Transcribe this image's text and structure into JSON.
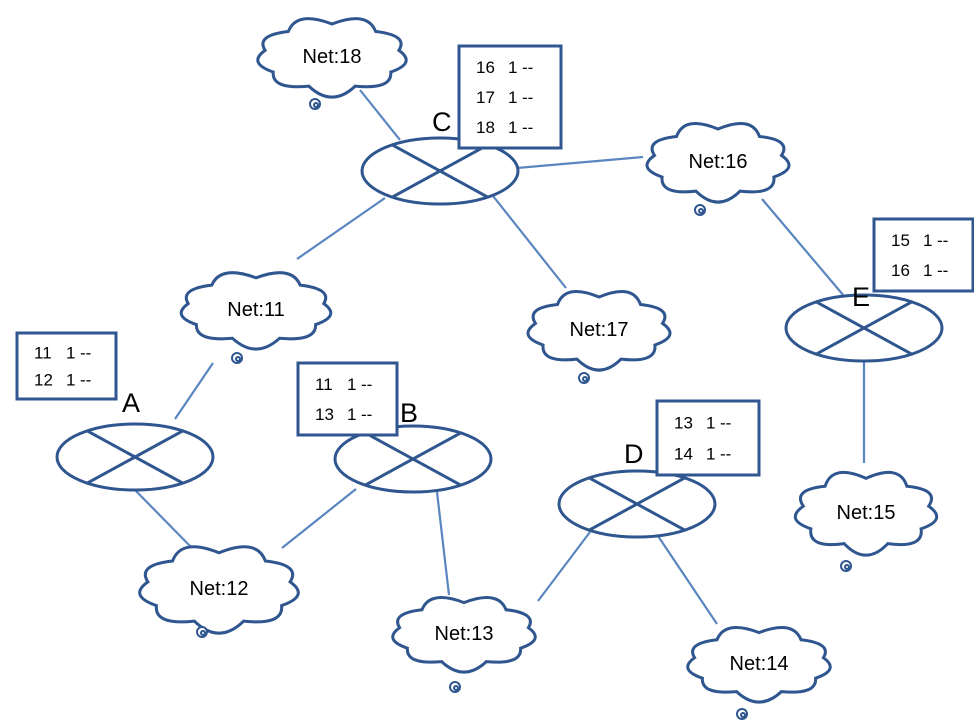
{
  "routers": [
    {
      "id": "A",
      "label": "A",
      "table": [
        {
          "net": "11",
          "dist": "1",
          "next": "--"
        },
        {
          "net": "12",
          "dist": "1",
          "next": "--"
        }
      ]
    },
    {
      "id": "B",
      "label": "B",
      "table": [
        {
          "net": "11",
          "dist": "1",
          "next": "--"
        },
        {
          "net": "13",
          "dist": "1",
          "next": "--"
        }
      ]
    },
    {
      "id": "C",
      "label": "C",
      "table": [
        {
          "net": "16",
          "dist": "1",
          "next": "--"
        },
        {
          "net": "17",
          "dist": "1",
          "next": "--"
        },
        {
          "net": "18",
          "dist": "1",
          "next": "--"
        }
      ]
    },
    {
      "id": "D",
      "label": "D",
      "table": [
        {
          "net": "13",
          "dist": "1",
          "next": "--"
        },
        {
          "net": "14",
          "dist": "1",
          "next": "--"
        }
      ]
    },
    {
      "id": "E",
      "label": "E",
      "table": [
        {
          "net": "15",
          "dist": "1",
          "next": "--"
        },
        {
          "net": "16",
          "dist": "1",
          "next": "--"
        }
      ]
    }
  ],
  "networks": [
    {
      "id": "11",
      "label": "Net:11"
    },
    {
      "id": "12",
      "label": "Net:12"
    },
    {
      "id": "13",
      "label": "Net:13"
    },
    {
      "id": "14",
      "label": "Net:14"
    },
    {
      "id": "15",
      "label": "Net:15"
    },
    {
      "id": "16",
      "label": "Net:16"
    },
    {
      "id": "17",
      "label": "Net:17"
    },
    {
      "id": "18",
      "label": "Net:18"
    }
  ],
  "links": [
    {
      "router": "A",
      "network": "11"
    },
    {
      "router": "A",
      "network": "12"
    },
    {
      "router": "B",
      "network": "12"
    },
    {
      "router": "B",
      "network": "13"
    },
    {
      "router": "C",
      "network": "18"
    },
    {
      "router": "C",
      "network": "11"
    },
    {
      "router": "C",
      "network": "16"
    },
    {
      "router": "C",
      "network": "17"
    },
    {
      "router": "D",
      "network": "13"
    },
    {
      "router": "D",
      "network": "14"
    },
    {
      "router": "E",
      "network": "16"
    },
    {
      "router": "E",
      "network": "15"
    }
  ]
}
